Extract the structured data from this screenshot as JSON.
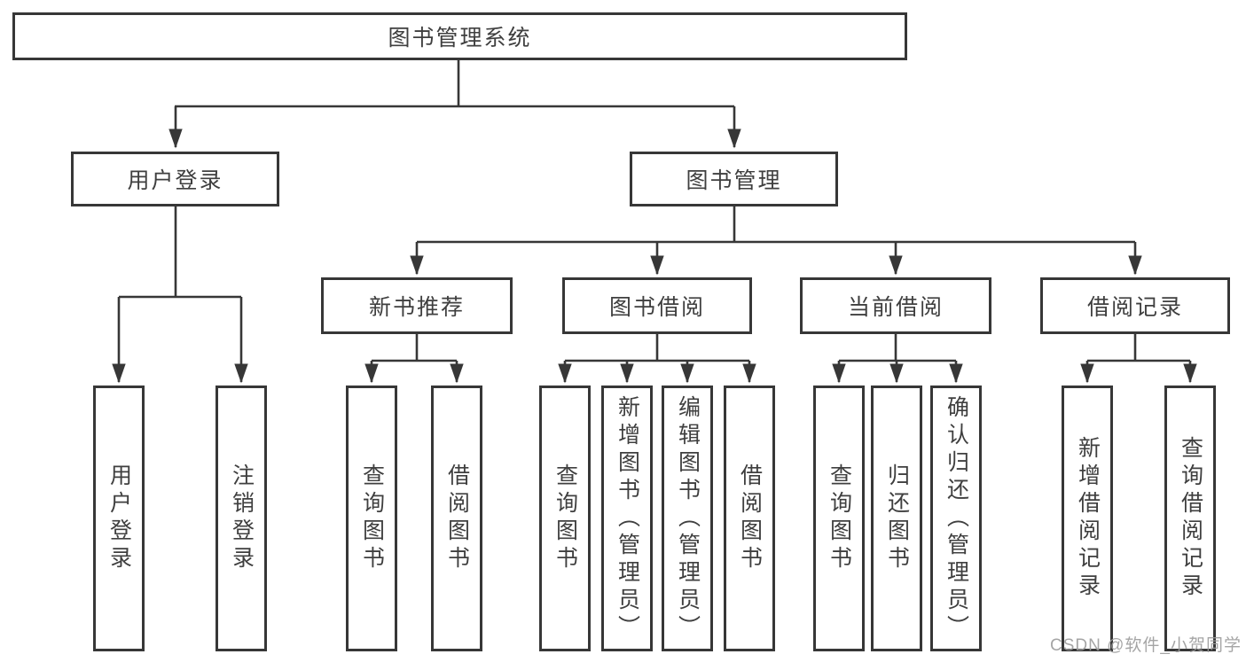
{
  "diagram_title": "图书管理系统",
  "colors": {
    "line": "#373737",
    "text": "#3f3f3f",
    "box_background": "#ffffff",
    "watermark": "#9c9c9c"
  },
  "nodes": {
    "root": {
      "label": "图书管理系统"
    },
    "level2": [
      {
        "label": "用户登录"
      },
      {
        "label": "图书管理"
      }
    ],
    "level3": [
      {
        "label": "新书推荐",
        "parent": "图书管理"
      },
      {
        "label": "图书借阅",
        "parent": "图书管理"
      },
      {
        "label": "当前借阅",
        "parent": "图书管理"
      },
      {
        "label": "借阅记录",
        "parent": "图书管理"
      }
    ],
    "leaves": [
      {
        "label": "用户登录",
        "parent": "用户登录"
      },
      {
        "label": "注销登录",
        "parent": "用户登录"
      },
      {
        "label": "查询图书",
        "parent": "新书推荐"
      },
      {
        "label": "借阅图书",
        "parent": "新书推荐"
      },
      {
        "label": "查询图书",
        "parent": "图书借阅"
      },
      {
        "label": "新增图书（管理员）",
        "parent": "图书借阅"
      },
      {
        "label": "编辑图书（管理员）",
        "parent": "图书借阅"
      },
      {
        "label": "借阅图书",
        "parent": "图书借阅"
      },
      {
        "label": "查询图书",
        "parent": "当前借阅"
      },
      {
        "label": "归还图书",
        "parent": "当前借阅"
      },
      {
        "label": "确认归还（管理员）",
        "parent": "当前借阅"
      },
      {
        "label": "新增借阅记录",
        "parent": "借阅记录"
      },
      {
        "label": "查询借阅记录",
        "parent": "借阅记录"
      }
    ]
  },
  "watermark": {
    "text": "CSDN @软件_小贺同学"
  }
}
